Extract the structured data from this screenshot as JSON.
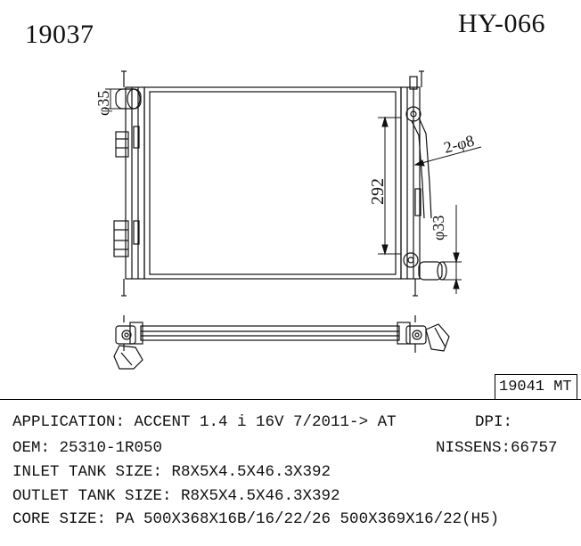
{
  "header": {
    "left_code": "19037",
    "right_code": "HY-066"
  },
  "dimensions": {
    "inlet_diameter": "φ35",
    "height": "292",
    "mount_holes": "2-φ8",
    "outlet_diameter": "φ33"
  },
  "transmission_box": "19041 MT",
  "specs": {
    "application": "APPLICATION: ACCENT 1.4 i 16V  7/2011-> AT",
    "dpi": "DPI:",
    "oem": "OEM: 25310-1R050",
    "nissens": "NISSENS:66757",
    "inlet_tank": "INLET TANK SIZE: R8X5X4.5X46.3X392",
    "outlet_tank": "OUTLET TANK SIZE: R8X5X4.5X46.3X392",
    "core_size": "CORE SIZE: PA 500X368X16B/16/22/26  500X369X16/22(H5)"
  }
}
